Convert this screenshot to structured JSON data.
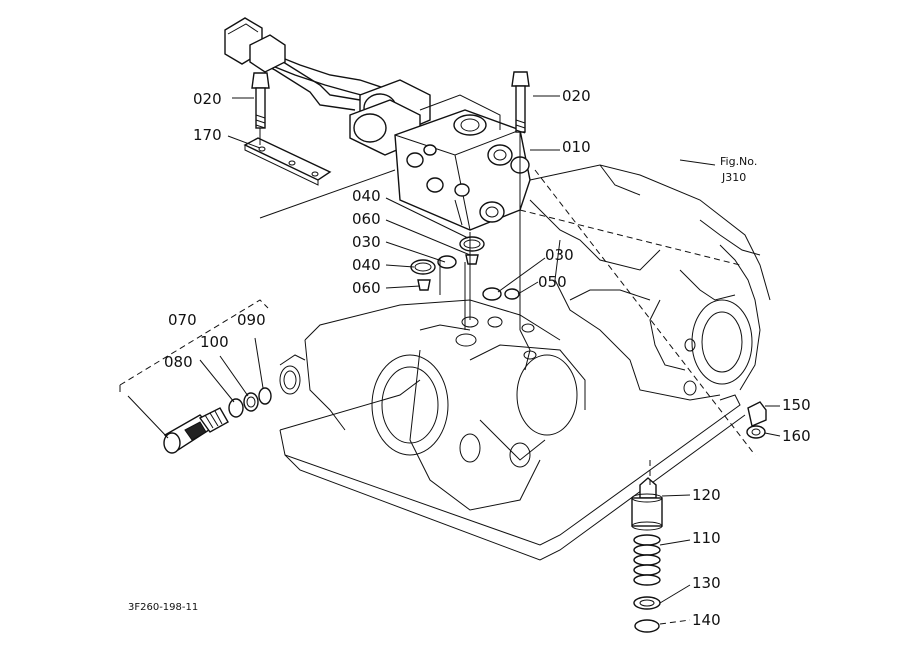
{
  "figure": {
    "reference_label": "Fig.No.",
    "reference_number": "J310",
    "drawing_code": "3F260-198-11"
  },
  "part_labels": [
    "010",
    "020",
    "020",
    "030",
    "030",
    "040",
    "040",
    "050",
    "060",
    "060",
    "070",
    "080",
    "090",
    "100",
    "110",
    "120",
    "130",
    "140",
    "150",
    "160",
    "170"
  ],
  "icons": {
    "valve": "control-valve-assembly-icon",
    "bolt": "bolt-icon",
    "plate": "plate-icon",
    "housing": "transmission-housing-icon",
    "switch": "pressure-switch-icon",
    "spring": "spring-icon",
    "plug": "plug-icon"
  }
}
